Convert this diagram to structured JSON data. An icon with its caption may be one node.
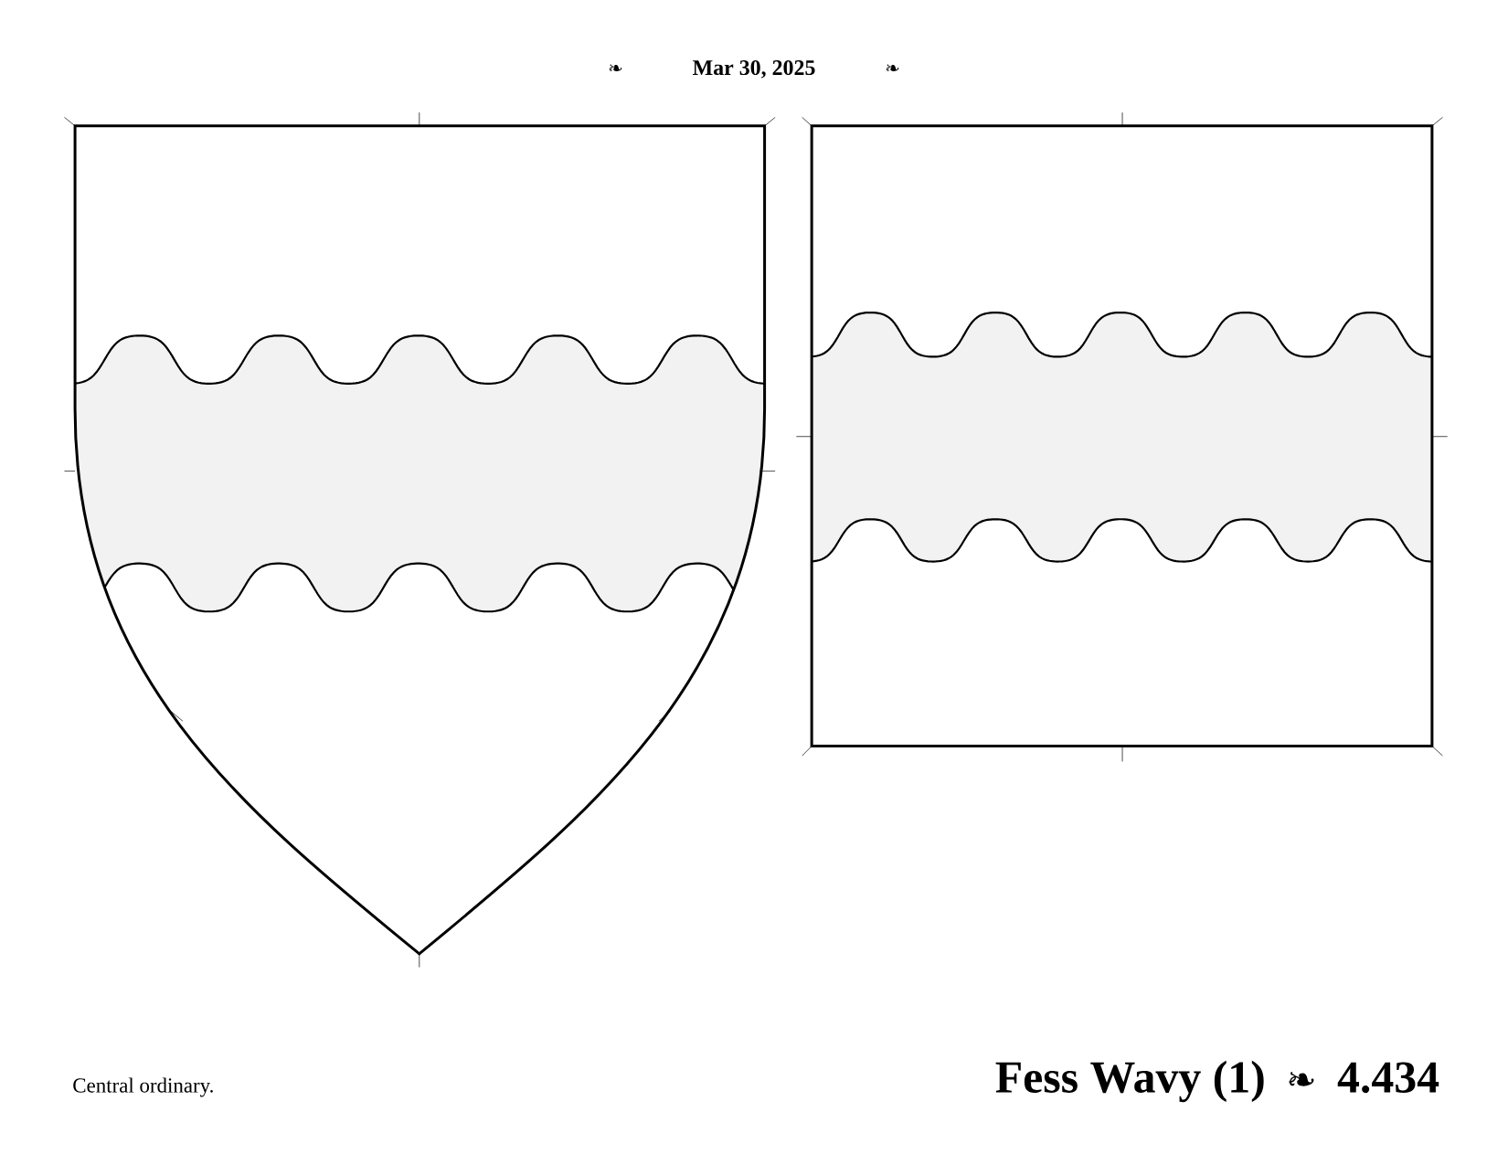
{
  "diagram": {
    "title": "Fess Wavy (1)",
    "caption": "Central ordinary.",
    "labels": [
      "❧",
      "Mar 30, 2025",
      "❧",
      "❧",
      "4.434"
    ]
  }
}
